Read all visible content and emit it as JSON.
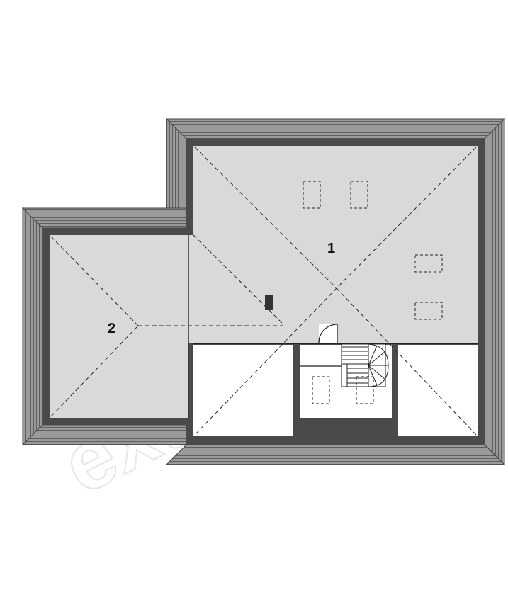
{
  "plan": {
    "rooms": [
      {
        "id": "room-1",
        "label": "1"
      },
      {
        "id": "room-2",
        "label": "2"
      }
    ],
    "watermark": "extradom",
    "colors": {
      "background": "#ffffff",
      "roof_tiles": "#9a9a9a",
      "tile_lines": "#5f5f5f",
      "wall": "#4a4a4a",
      "floor": "#d9d9d9",
      "open_area": "#ffffff",
      "dashed_lines": "#222222",
      "chimney": "#333333"
    }
  }
}
